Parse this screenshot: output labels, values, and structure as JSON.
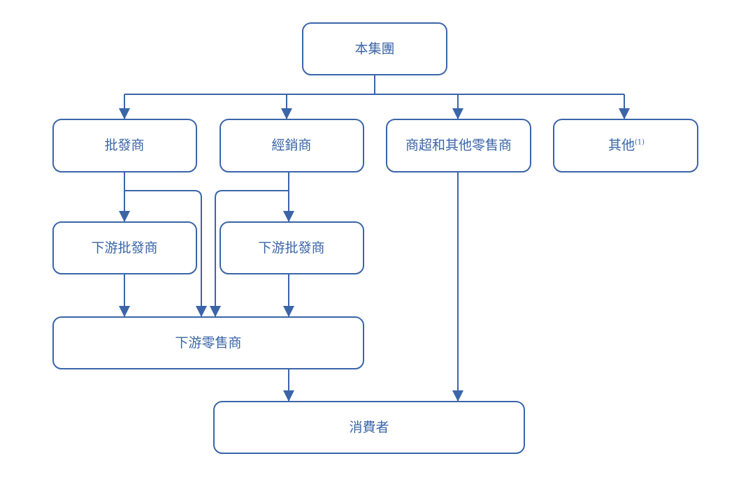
{
  "colors": {
    "accent": "#3b65a8"
  },
  "nodes": {
    "group": "本集團",
    "wholesalers": "批發商",
    "distributors": "經銷商",
    "supermarkets": "商超和其他零售商",
    "others": "其他",
    "others_footnote": "(1)",
    "downstream_wholesalers_1": "下游批發商",
    "downstream_wholesalers_2": "下游批發商",
    "downstream_retailers": "下游零售商",
    "consumers": "消費者"
  }
}
